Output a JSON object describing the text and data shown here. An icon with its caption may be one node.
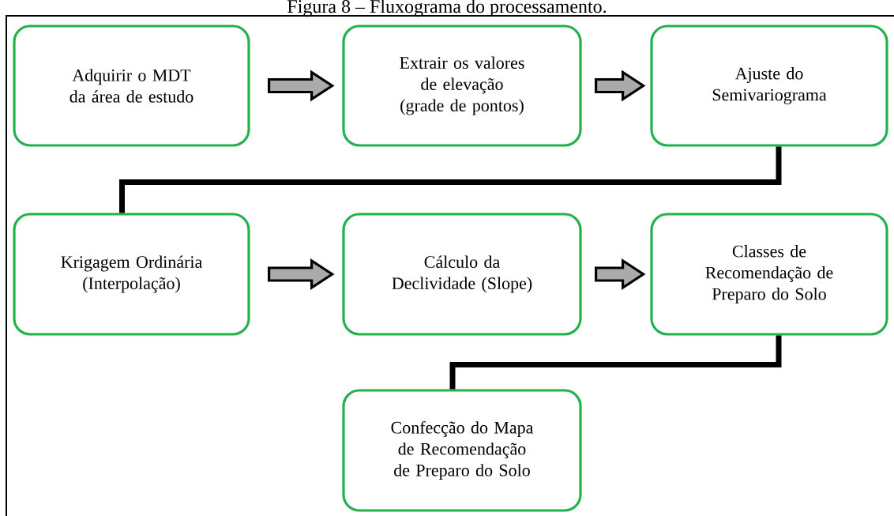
{
  "diagram": {
    "title": "Figura 8 – Fluxograma do processamento.",
    "nodes": [
      {
        "text": [
          "Adquirir o MDT da área de estudo"
        ]
      },
      {
        "text": [
          "Extrair os valores de elevação (grade de pontos)"
        ]
      },
      {
        "text": [
          "Ajuste do Semivariograma"
        ]
      },
      {
        "text": [
          "Krigagem Ordinária (Interpolação)"
        ]
      },
      {
        "text": [
          "Cálculo da Declividade (Slope)"
        ]
      },
      {
        "text": [
          "Classes de Recomendação de Preparo do Solo"
        ]
      },
      {
        "text": [
          "Confecção do Mapa de Recomendação de Preparo do Solo"
        ]
      }
    ],
    "edges": [
      {
        "from": 0,
        "to": 1,
        "arrow": "to"
      },
      {
        "from": 1,
        "to": 2,
        "arrow": "to"
      },
      {
        "from": 2,
        "to": 3,
        "arrow": "none"
      },
      {
        "from": 3,
        "to": 4,
        "arrow": "to"
      },
      {
        "from": 4,
        "to": 5,
        "arrow": "to"
      },
      {
        "from": 5,
        "to": 6,
        "arrow": "none"
      }
    ]
  }
}
